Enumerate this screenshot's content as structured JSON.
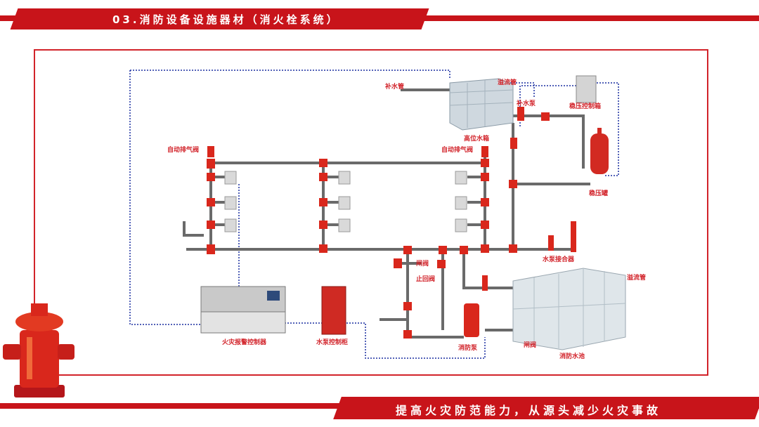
{
  "header": {
    "title": "03.消防设备设施器材（消火栓系统）"
  },
  "footer": {
    "slogan": "提高火灾防范能力，从源头减少火灾事故"
  },
  "labels": {
    "makeup_pipe": "补水管",
    "overflow_top": "溢流管",
    "makeup_pump": "补水泵",
    "pressure_box": "稳压控制箱",
    "high_tank": "高位水箱",
    "air_valve_left": "自动排气阀",
    "air_valve_right": "自动排气阀",
    "pressure_tank": "稳压罐",
    "pump_adapter": "水泵接合器",
    "gate_valve": "闸阀",
    "check_valve": "止回阀",
    "overflow_right": "溢流管",
    "alarm_controller": "火灾报警控制器",
    "pump_cabinet": "水泵控制柜",
    "fire_pump": "消防泵",
    "gate_valve_2": "闸阀",
    "fire_pool": "消防水池"
  },
  "colors": {
    "brand_red": "#c8141a",
    "pipe": "#6a6a6a",
    "fitting": "#d9271c",
    "signal": "#1a2fa0"
  }
}
